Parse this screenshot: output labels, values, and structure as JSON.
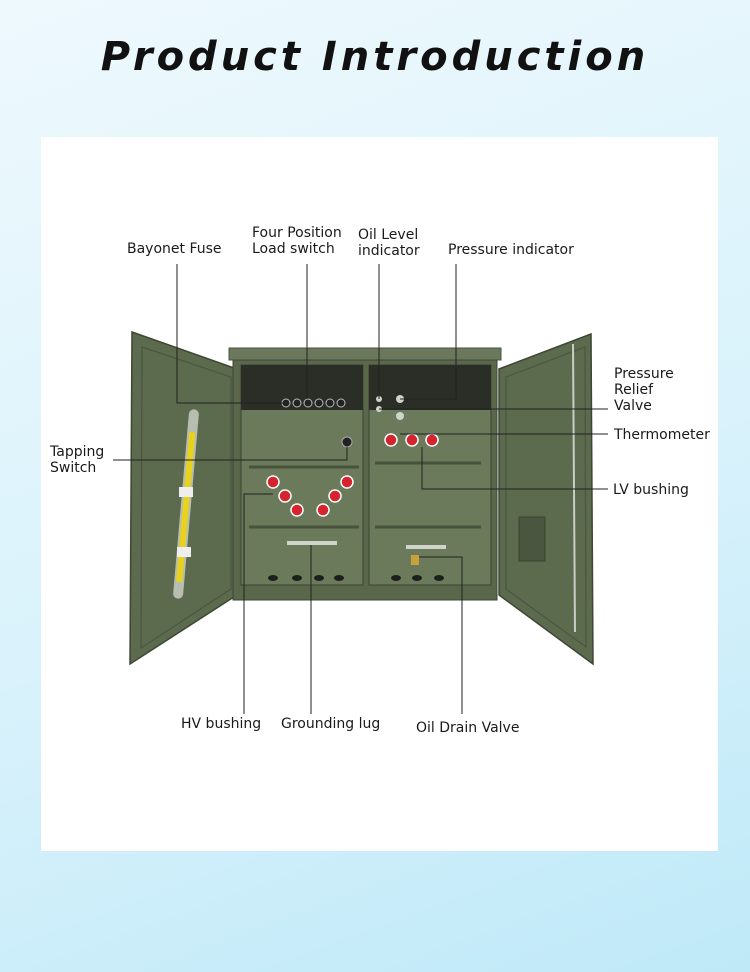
{
  "header": {
    "title": "Product Introduction"
  },
  "diagram": {
    "labels": {
      "bayonet_fuse": "Bayonet Fuse",
      "four_position_switch": "Four Position\nLoad switch",
      "oil_level_indicator": "Oil Level\nindicator",
      "pressure_indicator": "Pressure indicator",
      "pressure_relief_valve": "Pressure\nRelief\nValve",
      "tapping_switch": "Tapping\nSwitch",
      "thermometer": "Thermometer",
      "lv_bushing": "LV bushing",
      "hv_bushing": "HV bushing",
      "grounding_lug": "Grounding lug",
      "oil_drain_valve": "Oil Drain Valve"
    },
    "colors": {
      "cabinet": "#5c6a4e",
      "cabinet_dark": "#46523b",
      "bushing": "#d6242f",
      "handle": "#e8d21c"
    }
  }
}
